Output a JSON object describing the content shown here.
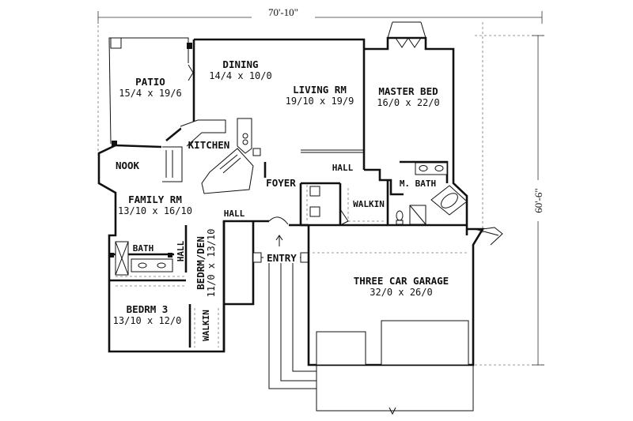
{
  "dimensions": {
    "width": "70'-10\"",
    "depth": "60'-6\""
  },
  "rooms": {
    "patio": {
      "name": "PATIO",
      "size": "15/4 x 19/6"
    },
    "dining": {
      "name": "DINING",
      "size": "14/4 x 10/0"
    },
    "living": {
      "name": "LIVING RM",
      "size": "19/10 x 19/9"
    },
    "master": {
      "name": "MASTER BED",
      "size": "16/0 x 22/0"
    },
    "kitchen": {
      "name": "KITCHEN"
    },
    "nook": {
      "name": "NOOK"
    },
    "family": {
      "name": "FAMILY RM",
      "size": "13/10 x 16/10"
    },
    "foyer": {
      "name": "FOYER"
    },
    "hall_top": {
      "name": "HALL"
    },
    "hall_mid": {
      "name": "HALL"
    },
    "hall_left": {
      "name": "HALL"
    },
    "mbath": {
      "name": "M. BATH"
    },
    "walkin_master": {
      "name": "WALKIN"
    },
    "bath": {
      "name": "BATH"
    },
    "bedroom3": {
      "name": "BEDRM 3",
      "size": "13/10 x 12/0"
    },
    "den": {
      "name": "BEDRM/DEN",
      "size": "11/0 x 13/10"
    },
    "walkin_den": {
      "name": "WALKIN"
    },
    "entry": {
      "name": "ENTRY"
    },
    "garage": {
      "name": "THREE CAR GARAGE",
      "size": "32/0 x 26/0"
    }
  }
}
